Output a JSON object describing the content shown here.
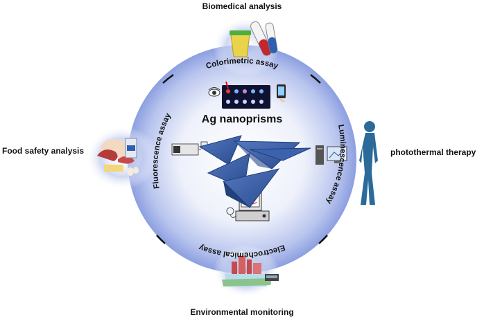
{
  "outer_labels": {
    "top": "Biomedical analysis",
    "left": "Food safety analysis",
    "right": "photothermal therapy",
    "bottom": "Environmental monitoring"
  },
  "center_title": "Ag nanoprisms",
  "assays": {
    "top": "Colorimetric assay",
    "left": "Fluorescence assay",
    "right": "Luminescence assay",
    "bottom": "Electrochemical assay"
  },
  "colors": {
    "glow": "#8c9fe0",
    "prism": "#3b5fa6",
    "prism_dark": "#22407a",
    "ring": "#111111"
  },
  "icons": [
    "test-tube-icon",
    "cup-icon",
    "eye-icon",
    "smartphone-icon",
    "well-plate-icon",
    "food-icon",
    "spectrometer-icon",
    "computer-icon",
    "human-silhouette-icon",
    "electrochemical-analyzer-icon",
    "city-pollution-icon"
  ]
}
